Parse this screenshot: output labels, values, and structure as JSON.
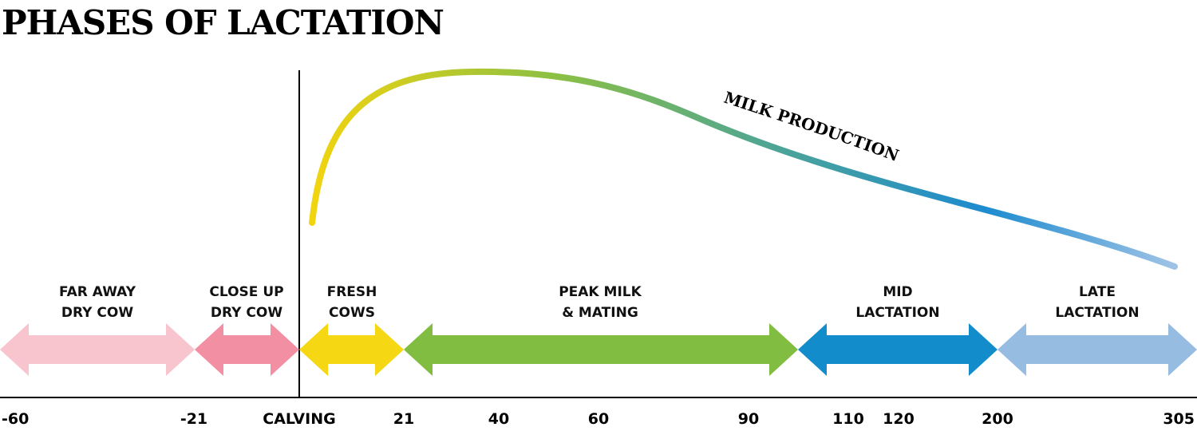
{
  "title": "PHASES OF LACTATION",
  "curve": {
    "label": "MILK PRODUCTION",
    "gradient": [
      "#f2d40f",
      "#8cc043",
      "#4aa39a",
      "#1d8bcf",
      "#9fc3e6"
    ]
  },
  "phases": [
    {
      "line1": "FAR AWAY",
      "line2": "DRY COW",
      "color": "#f8c5cf"
    },
    {
      "line1": "CLOSE UP",
      "line2": "DRY COW",
      "color": "#f28fa3"
    },
    {
      "line1": "FRESH",
      "line2": "COWS",
      "color": "#f5d714"
    },
    {
      "line1": "PEAK MILK",
      "line2": "& MATING",
      "color": "#80bd41"
    },
    {
      "line1": "MID",
      "line2": "LACTATION",
      "color": "#138ccc"
    },
    {
      "line1": "LATE",
      "line2": "LACTATION",
      "color": "#97bce2"
    }
  ],
  "axis": {
    "ticks": [
      "-60",
      "-21",
      "CALVING",
      "21",
      "40",
      "60",
      "90",
      "110",
      "120",
      "200",
      "305"
    ]
  }
}
